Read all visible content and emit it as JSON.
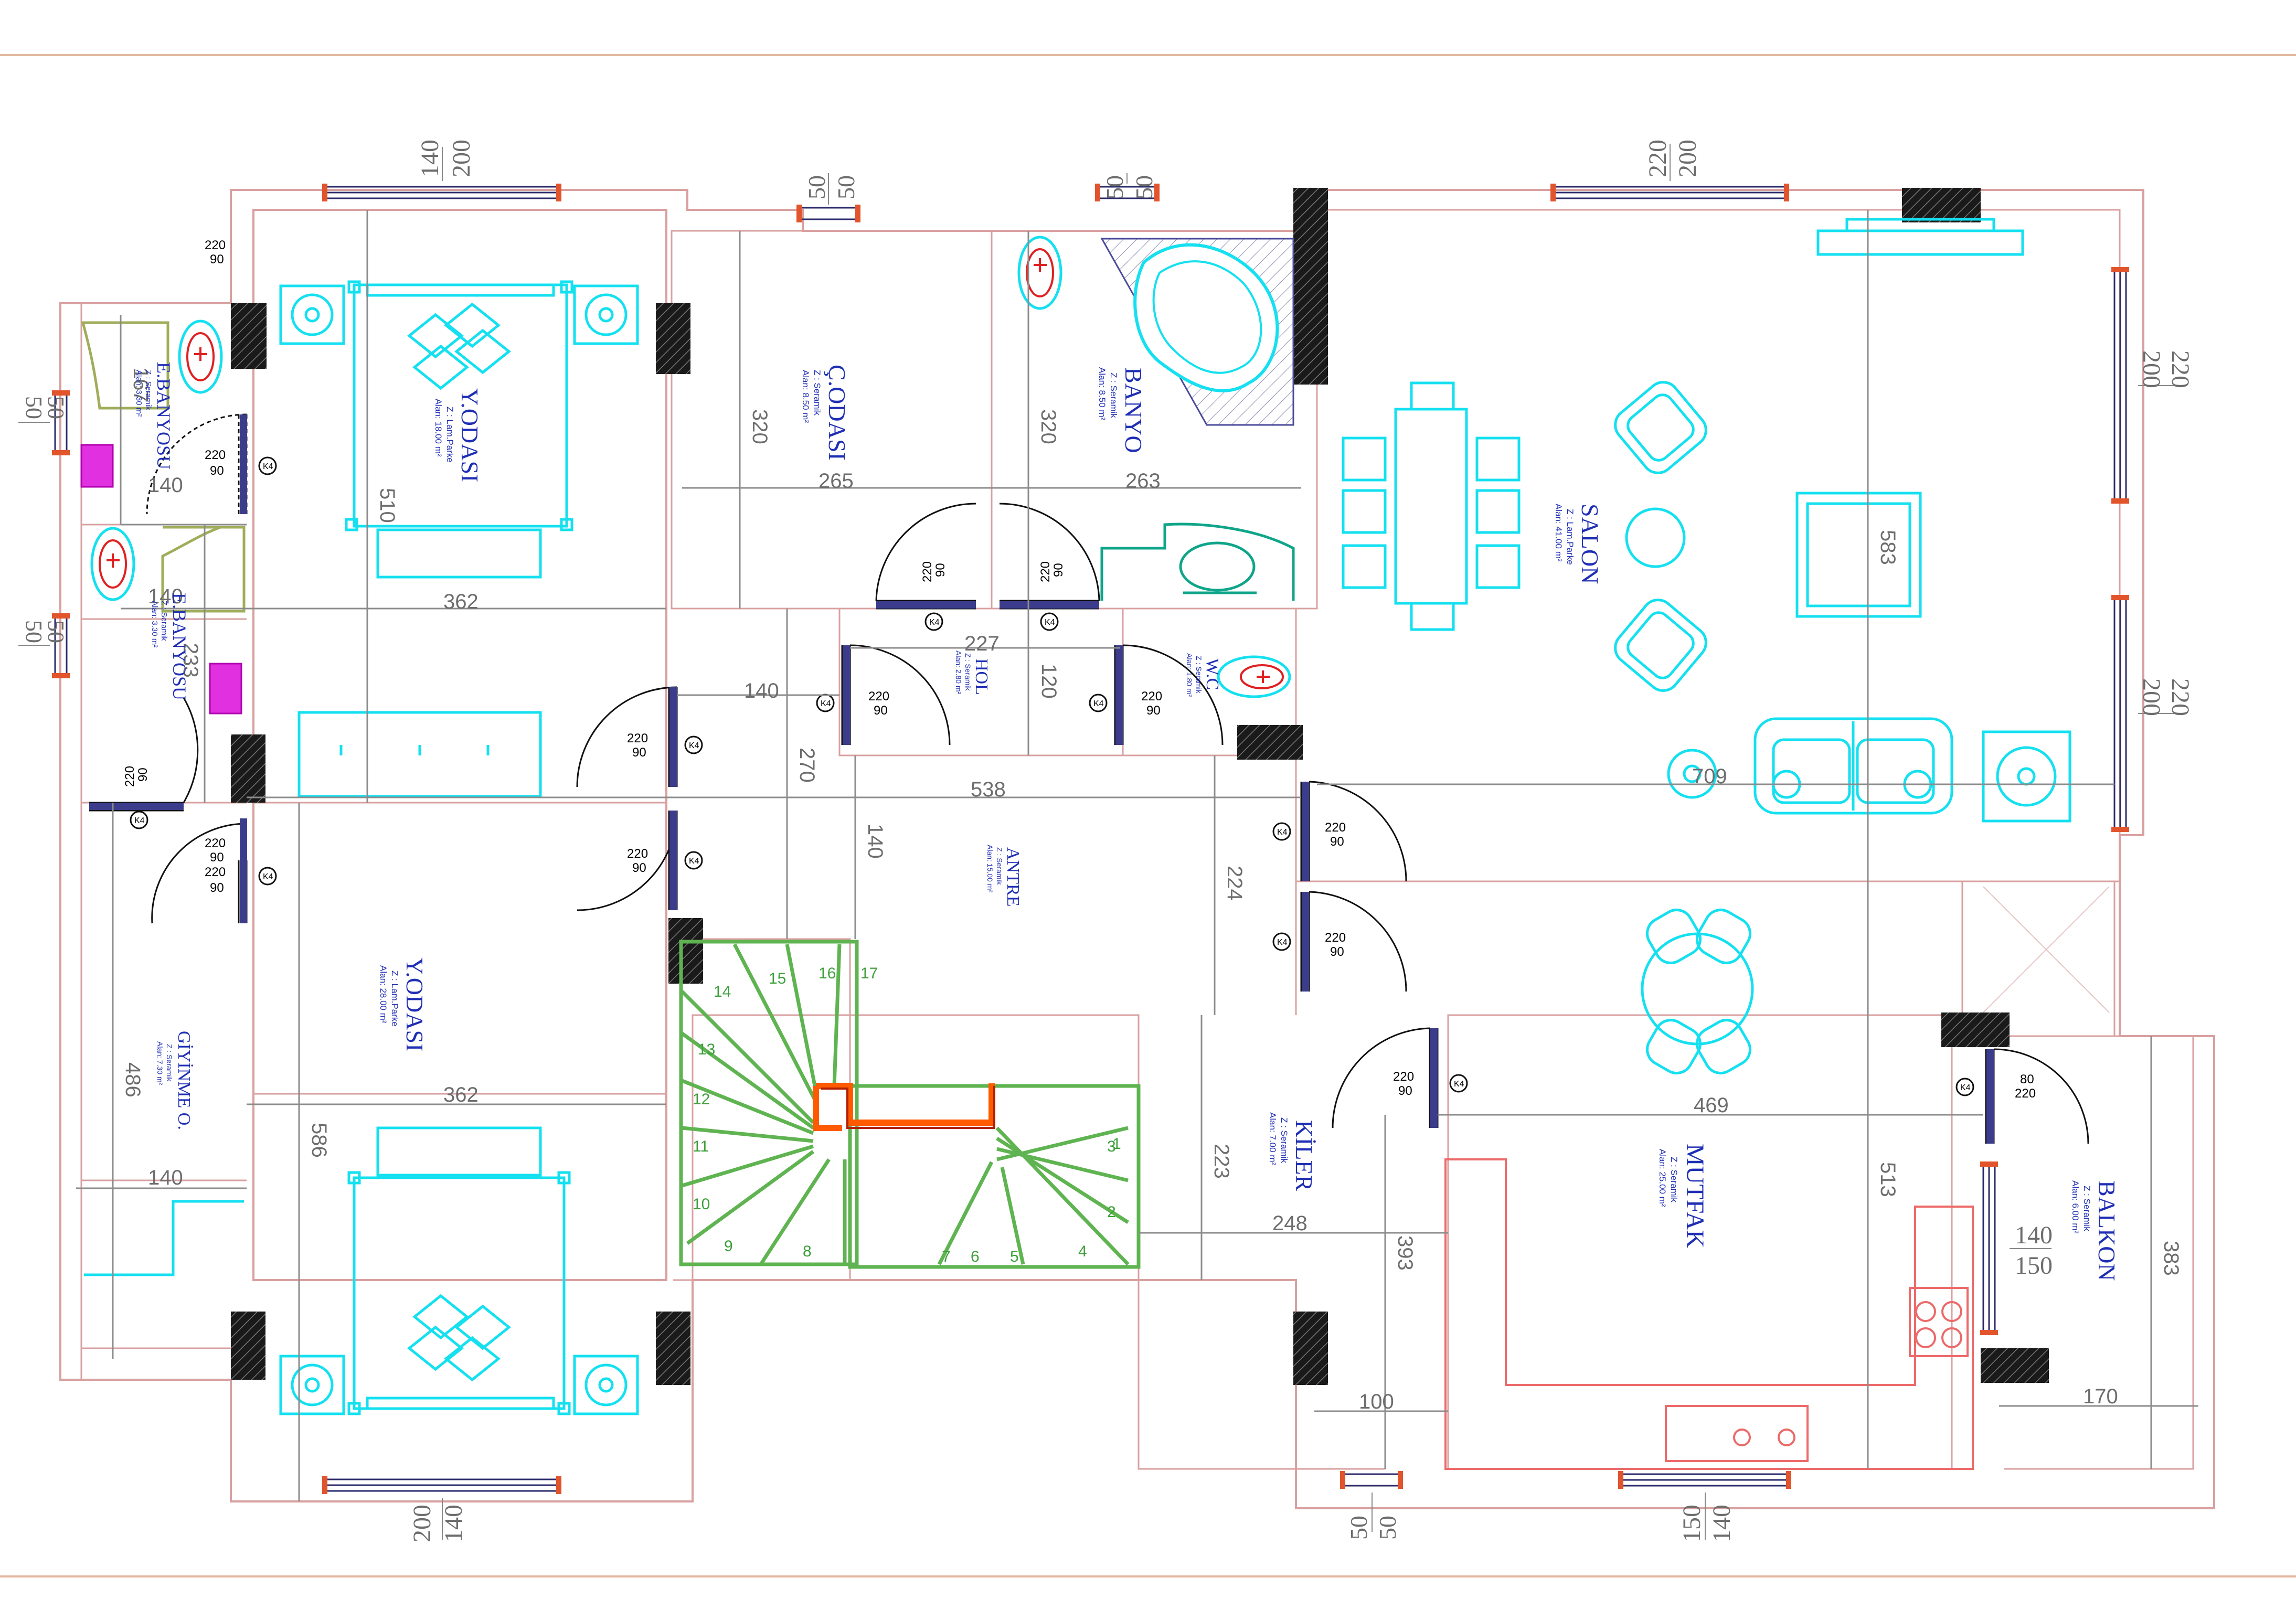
{
  "rooms": {
    "e_banyosu_1": {
      "name": "E.BANYOSU",
      "floor": "Z : Seramik",
      "area": "Alan: 3.30 m²"
    },
    "e_banyosu_2": {
      "name": "E.BANYOSU",
      "floor": "Z : Seramik",
      "area": "Alan: 3.30 m²"
    },
    "y_odasi_top": {
      "name": "Y.ODASI",
      "floor": "Z : Lam.Parke",
      "area": "Alan: 18.00 m²"
    },
    "c_odasi": {
      "name": "Ç.ODASI",
      "floor": "Z : Seramik",
      "area": "Alan: 8.50 m²"
    },
    "banyo": {
      "name": "BANYO",
      "floor": "Z : Seramik",
      "area": "Alan: 8.50 m²"
    },
    "salon": {
      "name": "SALON",
      "floor": "Z : Lam.Parke",
      "area": "Alan: 41.00 m²"
    },
    "hol": {
      "name": "HOL",
      "floor": "Z : Seramik",
      "area": "Alan: 2.80 m²"
    },
    "wc": {
      "name": "W.C",
      "floor": "Z : Seramik",
      "area": "Alan: 1.80 m²"
    },
    "antre": {
      "name": "ANTRE",
      "floor": "Z : Seramik",
      "area": "Alan: 15.00 m²"
    },
    "y_odasi_bottom": {
      "name": "Y.ODASI",
      "floor": "Z : Lam.Parke",
      "area": "Alan: 28.00 m²"
    },
    "giyinme": {
      "name": "GİYİNME O.",
      "floor": "Z : Seramik",
      "area": "Alan: 7.30 m²"
    },
    "kiler": {
      "name": "KİLER",
      "floor": "Z : Seramik",
      "area": "Alan: 7.00 m²"
    },
    "mutfak": {
      "name": "MUTFAK",
      "floor": "Z : Seramik",
      "area": "Alan: 25.00 m²"
    },
    "balkon": {
      "name": "BALKON",
      "floor": "Z : Seramik",
      "area": "Alan: 6.00 m²"
    }
  },
  "dimensions": {
    "d140a": "140",
    "d362a": "362",
    "d265": "265",
    "d263": "263",
    "d320a": "320",
    "d320b": "320",
    "d510": "510",
    "d227": "227",
    "d120": "120",
    "d140b": "140",
    "d270": "270",
    "d538": "538",
    "d140c": "140",
    "d224": "224",
    "d709": "709",
    "d583": "583",
    "d233": "233",
    "d167": "167",
    "d140d": "140",
    "d362b": "362",
    "d586": "586",
    "d486": "486",
    "d140e": "140",
    "d469": "469",
    "d223": "223",
    "d248": "248",
    "d393": "393",
    "d513": "513",
    "d383": "383",
    "d100": "100",
    "d170": "170"
  },
  "window_labels": {
    "w_top1_a": "140",
    "w_top1_b": "200",
    "w_top2_a": "50",
    "w_top2_b": "50",
    "w_top3_a": "50",
    "w_top3_b": "50",
    "w_top4_a": "220",
    "w_top4_b": "200",
    "w_r1_a": "200",
    "w_r1_b": "220",
    "w_r2_a": "200",
    "w_r2_b": "220",
    "w_l1_a": "50",
    "w_l1_b": "50",
    "w_l2_a": "50",
    "w_l2_b": "50",
    "w_bot1_a": "200",
    "w_bot1_b": "140",
    "w_bot2_a": "50",
    "w_bot2_b": "50",
    "w_bot3_a": "150",
    "w_bot3_b": "140",
    "w_balk_a": "140",
    "w_balk_b": "150"
  },
  "doors": {
    "dr1_a": "220",
    "dr1_b": "90",
    "dr2_a": "220",
    "dr2_b": "90",
    "dr3_a": "220",
    "dr3_b": "90",
    "dr4_a": "220",
    "dr4_b": "90",
    "dr5_a": "220",
    "dr5_b": "90",
    "dr6_a": "220",
    "dr6_b": "90",
    "dr7_a": "220",
    "dr7_b": "90",
    "dr8_a": "220",
    "dr8_b": "90",
    "dr9_a": "220",
    "dr9_b": "90",
    "dr10_a": "220",
    "dr10_b": "90",
    "dr11_a": "220",
    "dr11_b": "90",
    "dr12_a": "220",
    "dr12_b": "90",
    "dr13_a": "220",
    "dr13_b": "90",
    "dr14_a": "220",
    "dr14_b": "90",
    "dr15_a": "80",
    "dr15_b": "220"
  },
  "door_tag": "K4",
  "stairs": [
    "1",
    "2",
    "3",
    "4",
    "5",
    "6",
    "7",
    "8",
    "9",
    "10",
    "11",
    "12",
    "13",
    "14",
    "15",
    "16",
    "17"
  ]
}
